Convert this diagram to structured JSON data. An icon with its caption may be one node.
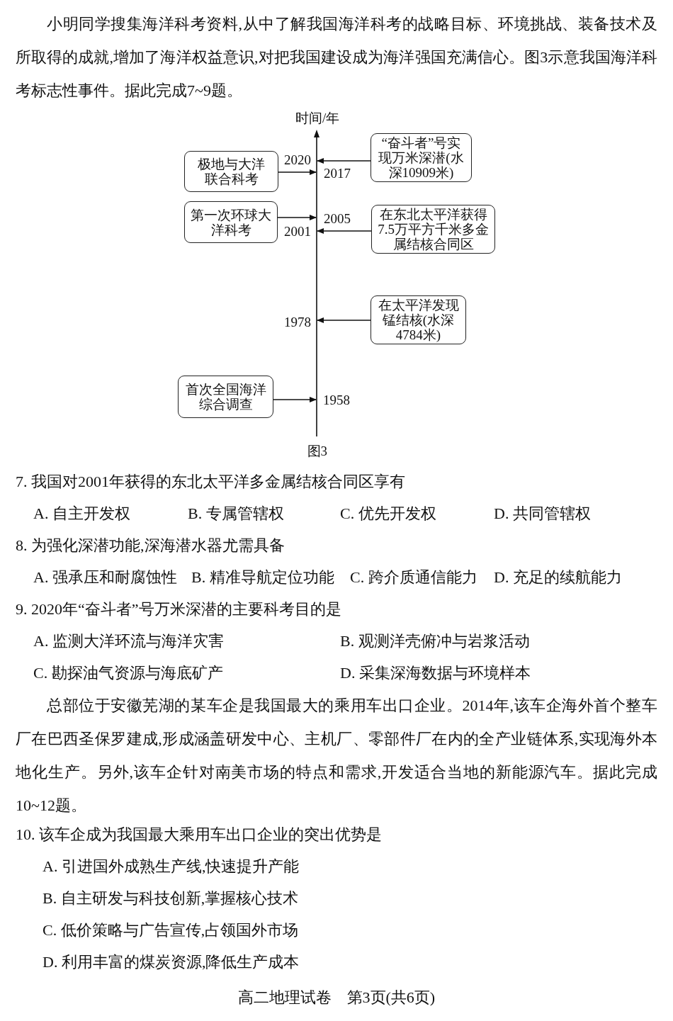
{
  "diagram": {
    "caption": "图3",
    "nodes": [
      {
        "text": [
          "极地与大洋联合科考"
        ]
      },
      {
        "text": [
          "“奋斗者”号实现万米深潜(水深10909米)"
        ]
      },
      {
        "text": [
          "第一次环球大洋科考"
        ]
      },
      {
        "text": [
          "在东北太平洋获得7.5万平方千米多金属结核合同区"
        ]
      },
      {
        "text": [
          "在太平洋发现锰结核(水深4784米)"
        ]
      },
      {
        "text": [
          "首次全国海洋综合调查"
        ]
      },
      {
        "text": [
          "2020"
        ]
      },
      {
        "text": [
          "2017"
        ]
      },
      {
        "text": [
          "2005"
        ]
      },
      {
        "text": [
          "2001"
        ]
      },
      {
        "text": [
          "1978"
        ]
      },
      {
        "text": [
          "1958"
        ]
      }
    ],
    "edges": [
      {
        "from": 0,
        "to": 7,
        "arrow": "to"
      },
      {
        "from": 1,
        "to": 6,
        "arrow": "to"
      },
      {
        "from": 2,
        "to": 8,
        "arrow": "to"
      },
      {
        "from": 3,
        "to": 9,
        "arrow": "to"
      },
      {
        "from": 4,
        "to": 10,
        "arrow": "to"
      },
      {
        "from": 5,
        "to": 11,
        "arrow": "to"
      }
    ],
    "labels": [
      "小明同学搜集海洋科考资料,从中了解我国海洋科考的战略目标、环境挑战、装备技术及所取得的成就,增加了海洋权益意识,对把我国建设成为海洋强国充满信心。图3示意我国海洋科考标志性事件。据此完成7~9题。",
      "时间/年",
      "7. 我国对2001年获得的东北太平洋多金属结核合同区享有",
      "A. 自主开发权",
      "B. 专属管辖权",
      "C. 优先开发权",
      "D. 共同管辖权",
      "8. 为强化深潜功能,深海潜水器尤需具备",
      "A. 强承压和耐腐蚀性",
      "B. 精准导航定位功能",
      "C. 跨介质通信能力",
      "D. 充足的续航能力",
      "9. 2020年“奋斗者”号万米深潜的主要科考目的是",
      "A. 监测大洋环流与海洋灾害",
      "B. 观测洋壳俯冲与岩浆活动",
      "C. 勘探油气资源与海底矿产",
      "D. 采集深海数据与环境样本",
      "总部位于安徽芜湖的某车企是我国最大的乘用车出口企业。2014年,该车企海外首个整车厂在巴西圣保罗建成,形成涵盖研发中心、主机厂、零部件厂在内的全产业链体系,实现海外本地化生产。另外,该车企针对南美市场的特点和需求,开发适合当地的新能源汽车。据此完成10~12题。",
      "10. 该车企成为我国最大乘用车出口企业的突出优势是",
      "A. 引进国外成熟生产线,快速提升产能",
      "B. 自主研发与科技创新,掌握核心技术",
      "C. 低价策略与广告宣传,占领国外市场",
      "D. 利用丰富的煤炭资源,降低生产成本",
      "高二地理试卷　第3页(共6页)"
    ]
  }
}
